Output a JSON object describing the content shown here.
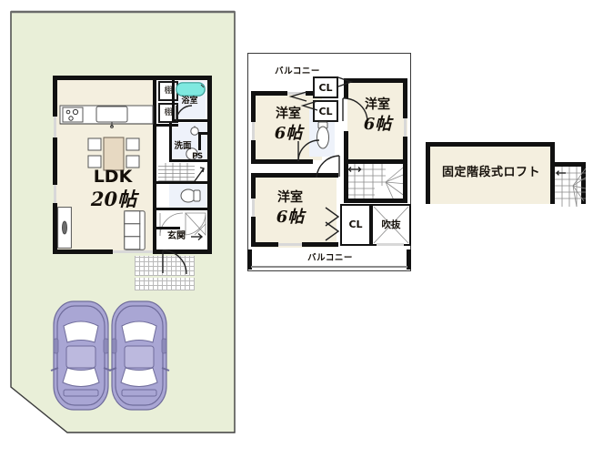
{
  "document": {
    "kind": "real-estate-floor-plan",
    "background_color": "#ffffff",
    "wall_color": "#111111",
    "room_fill_color": "#f4efdf",
    "site_fill_color": "#e9efd8",
    "water_color": "#7fe9e0",
    "car_color": "#9f9ccd"
  },
  "site_plan": {
    "name": "site-plan",
    "parking": {
      "label": "",
      "car_count": 2,
      "cars": [
        {
          "name": "car-left"
        },
        {
          "name": "car-right"
        }
      ]
    }
  },
  "floor1": {
    "name": "first-floor-plan",
    "rooms": [
      {
        "id": "ldk",
        "label": "LDK",
        "size": "20帖",
        "name": "room-ldk"
      },
      {
        "id": "bath",
        "label": "浴室",
        "size": "",
        "name": "room-bathroom"
      },
      {
        "id": "washroom",
        "label": "洗面",
        "size": "",
        "name": "room-washroom"
      },
      {
        "id": "entry",
        "label": "玄関",
        "size": "",
        "name": "room-entrance"
      }
    ],
    "annotations": [
      {
        "id": "shelf1",
        "label": "棚",
        "name": "label-shelf-upper"
      },
      {
        "id": "shelf2",
        "label": "棚",
        "name": "label-shelf-lower"
      },
      {
        "id": "ps",
        "label": "PS",
        "name": "label-pipe-space"
      }
    ],
    "fixtures": [
      {
        "name": "kitchen-counter"
      },
      {
        "name": "stove"
      },
      {
        "name": "sink"
      },
      {
        "name": "dining-table"
      },
      {
        "name": "dining-chair"
      },
      {
        "name": "sofa"
      },
      {
        "name": "bathtub"
      },
      {
        "name": "toilet"
      },
      {
        "name": "washbasin"
      },
      {
        "name": "staircase"
      }
    ]
  },
  "floor2": {
    "name": "second-floor-plan",
    "rooms": [
      {
        "id": "west_bed",
        "label": "洋室",
        "size": "6帖",
        "name": "room-western-bedroom-west"
      },
      {
        "id": "east_bed",
        "label": "洋室",
        "size": "6帖",
        "name": "room-western-bedroom-east"
      },
      {
        "id": "south_bed",
        "label": "洋室",
        "size": "6帖",
        "name": "room-western-bedroom-south"
      }
    ],
    "annotations": [
      {
        "id": "bal_top",
        "label": "バルコニー",
        "name": "label-balcony-north"
      },
      {
        "id": "bal_bottom",
        "label": "バルコニー",
        "name": "label-balcony-south"
      },
      {
        "id": "cl1",
        "label": "CL",
        "name": "label-closet-1"
      },
      {
        "id": "cl2",
        "label": "CL",
        "name": "label-closet-2"
      },
      {
        "id": "cl3",
        "label": "CL",
        "name": "label-closet-3"
      },
      {
        "id": "void",
        "label": "吹抜",
        "name": "label-void-atrium"
      }
    ],
    "fixtures": [
      {
        "name": "toilet"
      },
      {
        "name": "staircase"
      }
    ]
  },
  "loft": {
    "name": "loft-plan",
    "label": "固定階段式ロフト",
    "fixtures": [
      {
        "name": "staircase"
      }
    ]
  }
}
